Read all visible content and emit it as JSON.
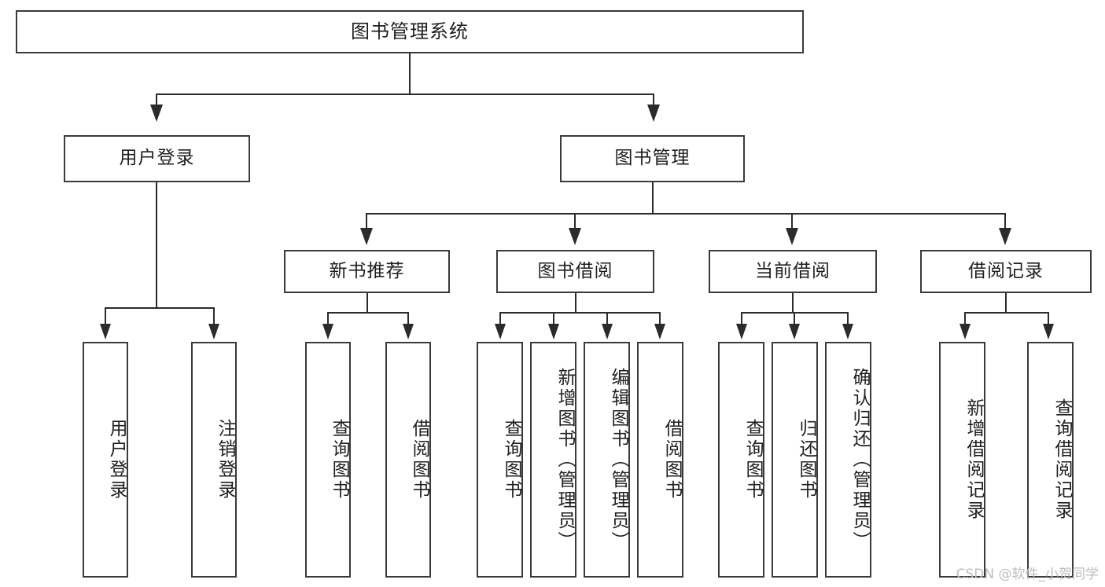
{
  "diagram": {
    "title": "图书管理系统",
    "type": "tree-hierarchy-chart",
    "root": {
      "label": "图书管理系统"
    },
    "level2": [
      {
        "label": "用户登录"
      },
      {
        "label": "图书管理"
      }
    ],
    "level3": [
      {
        "label": "新书推荐"
      },
      {
        "label": "图书借阅"
      },
      {
        "label": "当前借阅"
      },
      {
        "label": "借阅记录"
      }
    ],
    "leaves": {
      "user_login": [
        {
          "label": "用户登录"
        },
        {
          "label": "注销登录"
        }
      ],
      "new_book_recommend": [
        {
          "label": "查询图书"
        },
        {
          "label": "借阅图书"
        }
      ],
      "book_borrow": [
        {
          "label": "查询图书"
        },
        {
          "label": "新增图书（管理员）"
        },
        {
          "label": "编辑图书（管理员）"
        },
        {
          "label": "借阅图书"
        }
      ],
      "current_borrow": [
        {
          "label": "查询图书"
        },
        {
          "label": "归还图书"
        },
        {
          "label": "确认归还（管理员）"
        }
      ],
      "borrow_record": [
        {
          "label": "新增借阅记录"
        },
        {
          "label": "查询借阅记录"
        }
      ]
    }
  },
  "watermark": {
    "text": "CSDN @软件_小贺同学"
  },
  "colors": {
    "box_border": "#3a3a3a",
    "connector": "#2b2b2b",
    "background": "#ffffff",
    "text": "#1f1f1f",
    "watermark": "#bdbdbd"
  }
}
